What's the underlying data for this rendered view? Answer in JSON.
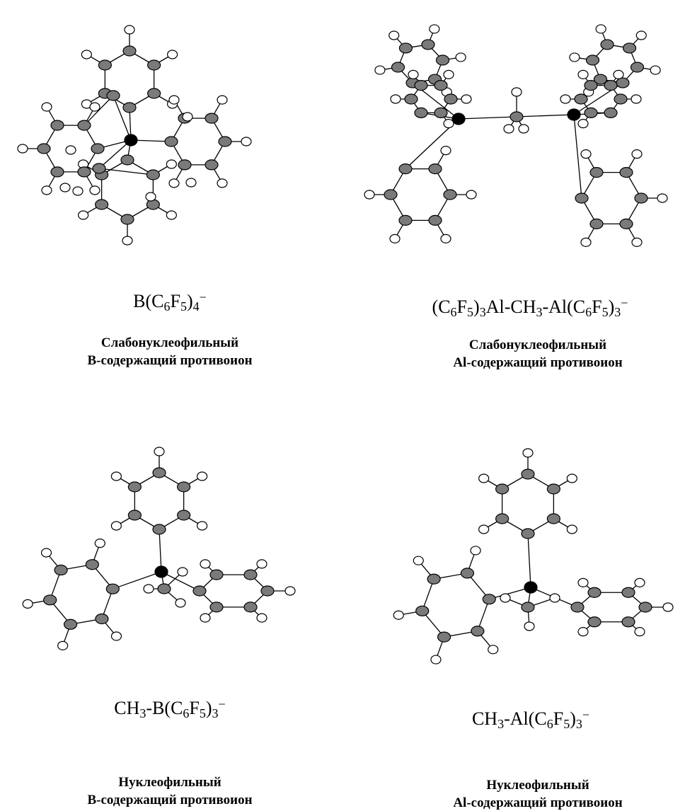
{
  "panels": [
    {
      "id": "b-c6f5-4",
      "formula_parts": [
        {
          "t": "B(C",
          "k": "n"
        },
        {
          "t": "6",
          "k": "sub"
        },
        {
          "t": "F",
          "k": "n"
        },
        {
          "t": "5",
          "k": "sub"
        },
        {
          "t": ")",
          "k": "n"
        },
        {
          "t": "4",
          "k": "sub"
        },
        {
          "t": "−",
          "k": "sup"
        }
      ],
      "caption_line1": "Слабонуклеофильный",
      "caption_line2": "B-содержащий противоион"
    },
    {
      "id": "al-ch3-al",
      "formula_parts": [
        {
          "t": "(C",
          "k": "n"
        },
        {
          "t": "6",
          "k": "sub"
        },
        {
          "t": "F",
          "k": "n"
        },
        {
          "t": "5",
          "k": "sub"
        },
        {
          "t": ")",
          "k": "n"
        },
        {
          "t": "3",
          "k": "sub"
        },
        {
          "t": "Al-CH",
          "k": "n"
        },
        {
          "t": "3",
          "k": "sub"
        },
        {
          "t": "-Al(C",
          "k": "n"
        },
        {
          "t": "6",
          "k": "sub"
        },
        {
          "t": "F",
          "k": "n"
        },
        {
          "t": "5",
          "k": "sub"
        },
        {
          "t": ")",
          "k": "n"
        },
        {
          "t": "3",
          "k": "sub"
        },
        {
          "t": "−",
          "k": "sup"
        }
      ],
      "caption_line1": "Слабонуклеофильный",
      "caption_line2": "Al-содержащий противоион"
    },
    {
      "id": "ch3-b",
      "formula_parts": [
        {
          "t": "CH",
          "k": "n"
        },
        {
          "t": "3",
          "k": "sub"
        },
        {
          "t": "-B(C",
          "k": "n"
        },
        {
          "t": "6",
          "k": "sub"
        },
        {
          "t": "F",
          "k": "n"
        },
        {
          "t": "5",
          "k": "sub"
        },
        {
          "t": ")",
          "k": "n"
        },
        {
          "t": "3",
          "k": "sub"
        },
        {
          "t": "−",
          "k": "sup"
        }
      ],
      "caption_line1": "Нуклеофильный",
      "caption_line2": "B-содержащий противоион"
    },
    {
      "id": "ch3-al",
      "formula_parts": [
        {
          "t": "CH",
          "k": "n"
        },
        {
          "t": "3",
          "k": "sub"
        },
        {
          "t": "-Al(C",
          "k": "n"
        },
        {
          "t": "6",
          "k": "sub"
        },
        {
          "t": "F",
          "k": "n"
        },
        {
          "t": "5",
          "k": "sub"
        },
        {
          "t": ")",
          "k": "n"
        },
        {
          "t": "3",
          "k": "sub"
        },
        {
          "t": "−",
          "k": "sup"
        }
      ],
      "caption_line1": "Нуклеофильный",
      "caption_line2": "Al-содержащий противоион"
    }
  ],
  "colors": {
    "carbon": "#7a7a7a",
    "fluorine": "#ffffff",
    "center": "#000000",
    "bond": "#000000"
  }
}
